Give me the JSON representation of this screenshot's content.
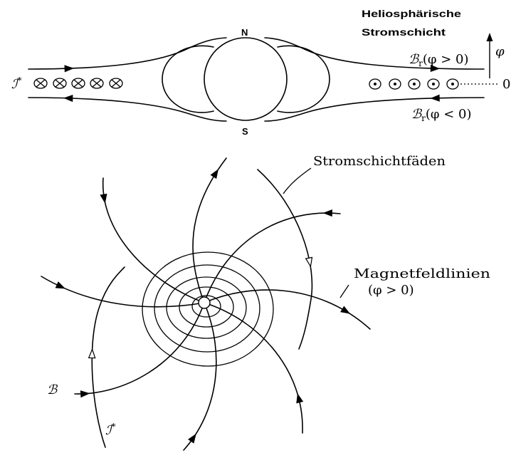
{
  "top_diagram": {
    "north_pole": "N",
    "south_pole": "S",
    "sheet_title_line1": "Heliosphärische",
    "sheet_title_line2": "Stromschicht",
    "field_above": {
      "symbol": "ℬ",
      "sub": "r",
      "cond": "(φ > 0)"
    },
    "field_below": {
      "symbol": "ℬ",
      "sub": "r",
      "cond": "(φ < 0)"
    },
    "axis_symbol": "φ",
    "axis_zero": "0",
    "current": {
      "symbol": "ℐ",
      "sup": "*"
    }
  },
  "bottom_diagram": {
    "strands_label": "Stromschichtfäden",
    "field_lines_label": "Magnetfeldlinien",
    "field_lines_condition": "(φ > 0)",
    "field_symbol": "ℬ",
    "current": {
      "symbol": "ℐ",
      "sup": "*"
    }
  }
}
